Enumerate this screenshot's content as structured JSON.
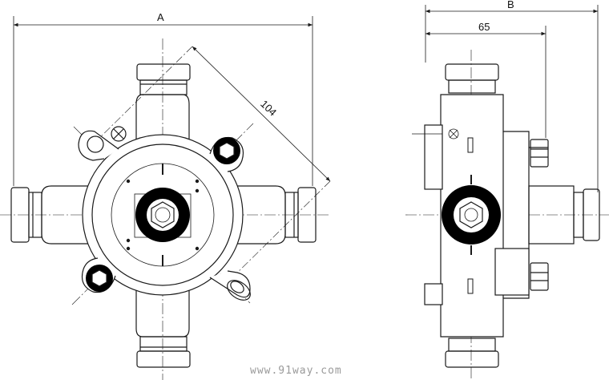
{
  "dimensions": {
    "width_label": "A",
    "depth_label": "B",
    "depth_partial_value": "65",
    "diagonal_value": "104"
  },
  "watermark": "www.91way.com",
  "colors": {
    "line": "#1a1a1a",
    "fill_dark": "#000000",
    "background": "#ffffff"
  }
}
